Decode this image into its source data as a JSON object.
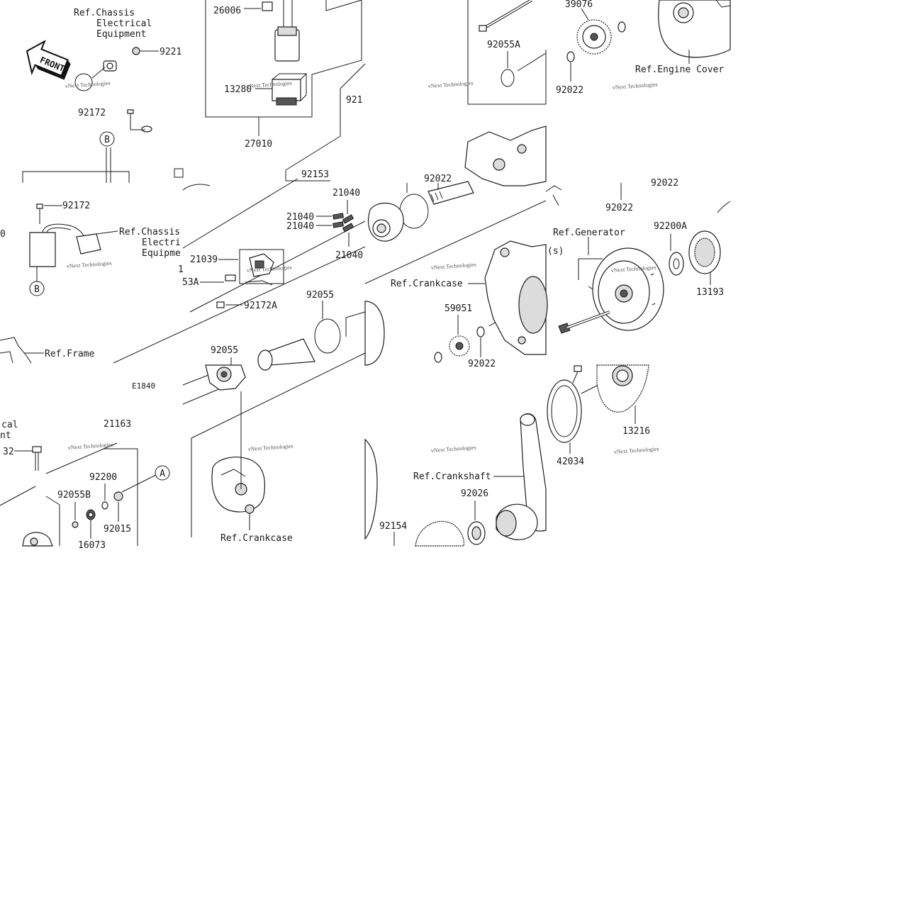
{
  "diagram": {
    "code": "E1840",
    "callouts": {
      "a": "A",
      "b": "B"
    },
    "references": {
      "chassis_1": [
        "Ref.Chassis",
        "Electrical",
        "Equipment"
      ],
      "chassis_2": [
        "Ref.Chassis",
        "Electri",
        "Equipme"
      ],
      "chassis_3": [
        "cal",
        "nt"
      ],
      "engine_cover": "Ref.Engine Cover",
      "frame": "Ref.Frame",
      "crankcase_1": "Ref.Crankcase",
      "crankcase_2": "Ref.Crankcase",
      "generator": "Ref.Generator",
      "crankshaft": "Ref.Crankshaft",
      "front": "FRONT"
    },
    "parts": {
      "p_9221": "9221",
      "p_92172_a": "92172",
      "p_92172_b": "92172",
      "p_92172A": "92172A",
      "p_26006": "26006",
      "p_13280": "13280",
      "p_27010": "27010",
      "p_921_trunc": "921",
      "p_92153": "92153",
      "p_21040_a": "21040",
      "p_21040_b": "21040",
      "p_21040_c": "21040",
      "p_21040_d": "21040",
      "p_21039": "21039",
      "p_53A": "53A",
      "p_1_trunc": "1",
      "p_0_trunc": "0",
      "p_92055_a": "92055",
      "p_92055_b": "92055",
      "p_92055A": "92055A",
      "p_92055B": "92055B",
      "p_39076": "39076",
      "p_92022_a": "92022",
      "p_92022_b": "92022",
      "p_92022_c": "92022",
      "p_92022_d": "92022",
      "p_92022_e": "92022",
      "p_92200A": "92200A",
      "p_13193": "13193",
      "p_59051": "59051",
      "p_13216": "13216",
      "p_42034": "42034",
      "p_92026": "92026",
      "p_92154": "92154",
      "p_21163": "21163",
      "p_92200": "92200",
      "p_92015": "92015",
      "p_16073": "16073",
      "p_32_trunc": "32",
      "p_s_trunc": "(s)"
    },
    "watermark": "vNext Technologies"
  }
}
